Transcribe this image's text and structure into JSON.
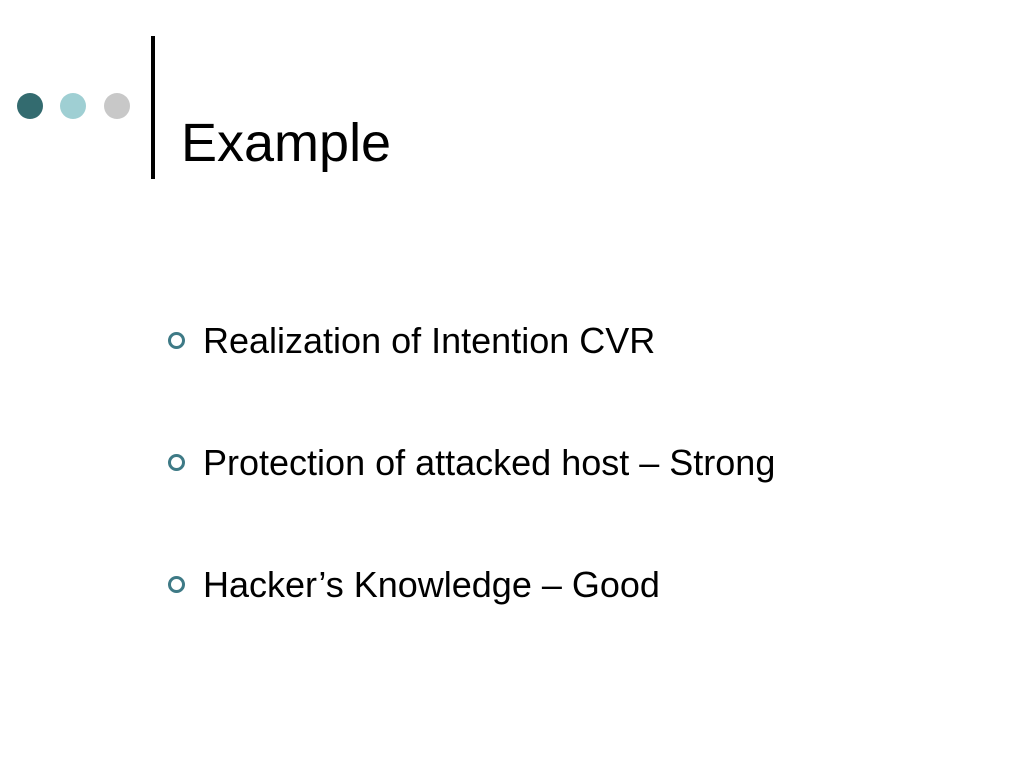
{
  "slide": {
    "title": "Example",
    "bullets": [
      {
        "text": "Realization of Intention CVR"
      },
      {
        "text": "Protection of attacked host – Strong"
      },
      {
        "text": "Hacker’s Knowledge – Good"
      }
    ]
  },
  "theme": {
    "dot_colors": [
      "#336b6f",
      "#9fcfd3",
      "#c8c8c8"
    ],
    "bullet_color": "#3e7a86",
    "text_color": "#000000",
    "rule_color": "#000000"
  }
}
